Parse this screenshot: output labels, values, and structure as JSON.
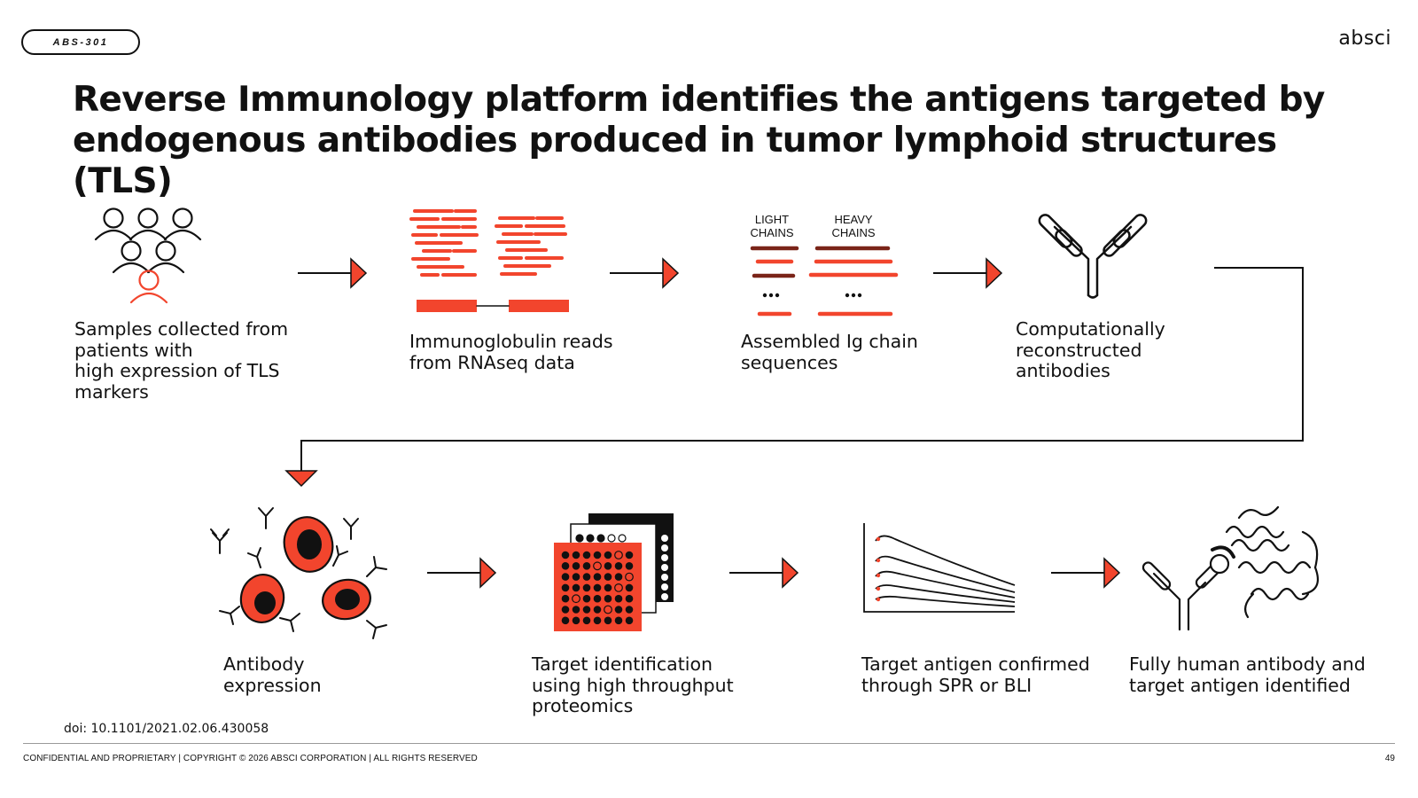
{
  "badge": "ABS-301",
  "logo": "absci",
  "title": [
    "Reverse Immunology platform identifies the antigens targeted by",
    "endogenous antibodies produced in tumor lymphoid structures (TLS)"
  ],
  "chain_labels": {
    "light": [
      "LIGHT",
      "CHAINS"
    ],
    "heavy": [
      "HEAVY",
      "CHAINS"
    ]
  },
  "steps": [
    {
      "label": [
        "Samples collected from",
        "patients with",
        "high expression of TLS",
        "markers"
      ],
      "icon": "patients-group-icon"
    },
    {
      "label": [
        "Immunoglobulin reads",
        "from RNAseq data"
      ],
      "icon": "sequence-reads-icon"
    },
    {
      "label": [
        "Assembled Ig chain",
        "sequences"
      ],
      "icon": "chain-assembly-icon"
    },
    {
      "label": [
        "Computationally",
        "reconstructed",
        "antibodies"
      ],
      "icon": "antibody-icon"
    },
    {
      "label": [
        "Antibody",
        "expression"
      ],
      "icon": "cells-with-antibodies-icon"
    },
    {
      "label": [
        "Target identification",
        "using high throughput",
        "proteomics"
      ],
      "icon": "well-plates-icon"
    },
    {
      "label": [
        "Target antigen confirmed",
        "through SPR or BLI"
      ],
      "icon": "binding-curves-icon"
    },
    {
      "label": [
        "Fully human antibody and",
        "target antigen identified"
      ],
      "icon": "antibody-antigen-complex-icon"
    }
  ],
  "doi": "doi: 10.1101/2021.02.06.430058",
  "footer": "CONFIDENTIAL AND PROPRIETARY | COPYRIGHT © 2026 ABSCI CORPORATION | ALL RIGHTS RESERVED",
  "page_number": "49",
  "colors": {
    "accent": "#f2452d",
    "dark_red": "#7a2418",
    "ink": "#111111"
  }
}
